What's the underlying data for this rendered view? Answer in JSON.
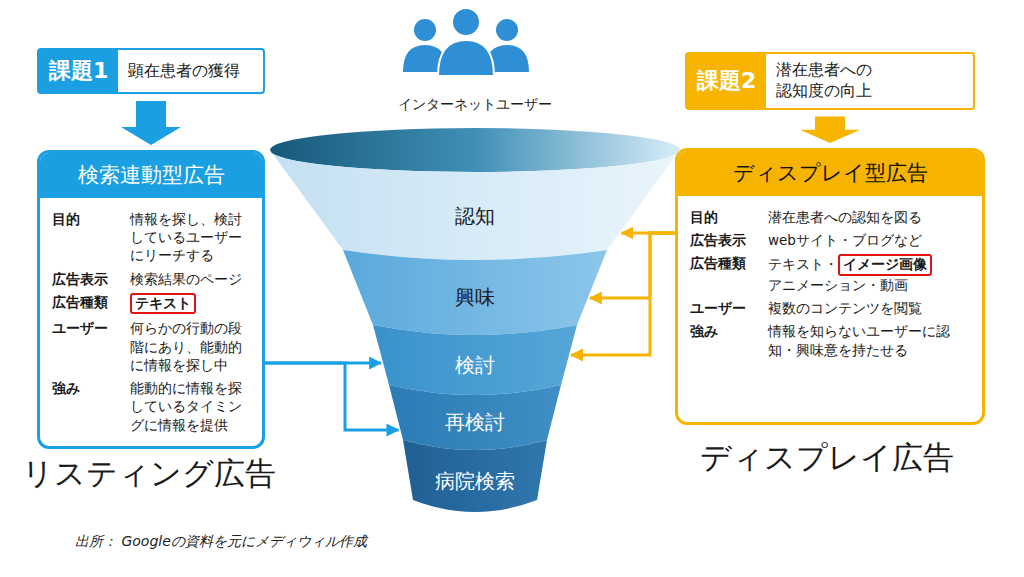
{
  "diagram": {
    "caption": "出所： Googleの資料を元にメディウィル作成",
    "nodes": [
      {
        "text": [
          "課題1",
          "顕在患者の獲得"
        ]
      },
      {
        "text": [
          "検索連動型広告",
          "目的",
          "情報を探し、検討しているユーザーにリーチする",
          "広告表示",
          "検索結果のページ",
          "広告種類",
          "ユーザー",
          "何らかの行動の段階にあり、能動的に情報を探し中",
          "強み",
          "能動的に情報を探しているタイミングに情報を提供"
        ]
      },
      {
        "text": [
          "テキスト"
        ],
        "in": 1
      },
      {
        "text": [
          "課題2",
          "潜在患者への認知度の向上"
        ]
      },
      {
        "text": [
          "ディスプレイ型広告",
          "目的",
          "潜在患者への認知を図る",
          "広告表示",
          "webサイト・ブログなど",
          "広告種類",
          "テキスト・",
          "アニメーション・動画",
          "ユーザー",
          "複数のコンテンツを閲覧",
          "強み",
          "情報を知らないユーザーに認知・興味意を持たせる"
        ]
      },
      {
        "text": [
          "イメージ画像"
        ],
        "in": 4
      },
      {
        "text": [
          "認知"
        ]
      },
      {
        "text": [
          "興味"
        ]
      },
      {
        "text": [
          "検討"
        ]
      },
      {
        "text": [
          "再検討"
        ]
      },
      {
        "text": [
          "病院検索"
        ]
      }
    ],
    "edges": [
      {
        "from": 0,
        "to": 1,
        "arrow": "to"
      },
      {
        "from": 1,
        "to": 8,
        "arrow": "to"
      },
      {
        "from": 1,
        "to": 9,
        "arrow": "to"
      },
      {
        "from": 3,
        "to": 4,
        "arrow": "to"
      },
      {
        "from": 4,
        "to": 6,
        "arrow": "to"
      },
      {
        "from": 4,
        "to": 7,
        "arrow": "to"
      },
      {
        "from": 4,
        "to": 8,
        "arrow": "to"
      }
    ],
    "labels": [
      "インターネットユーザー",
      "リスティング広告",
      "ディスプレイ広告"
    ]
  }
}
